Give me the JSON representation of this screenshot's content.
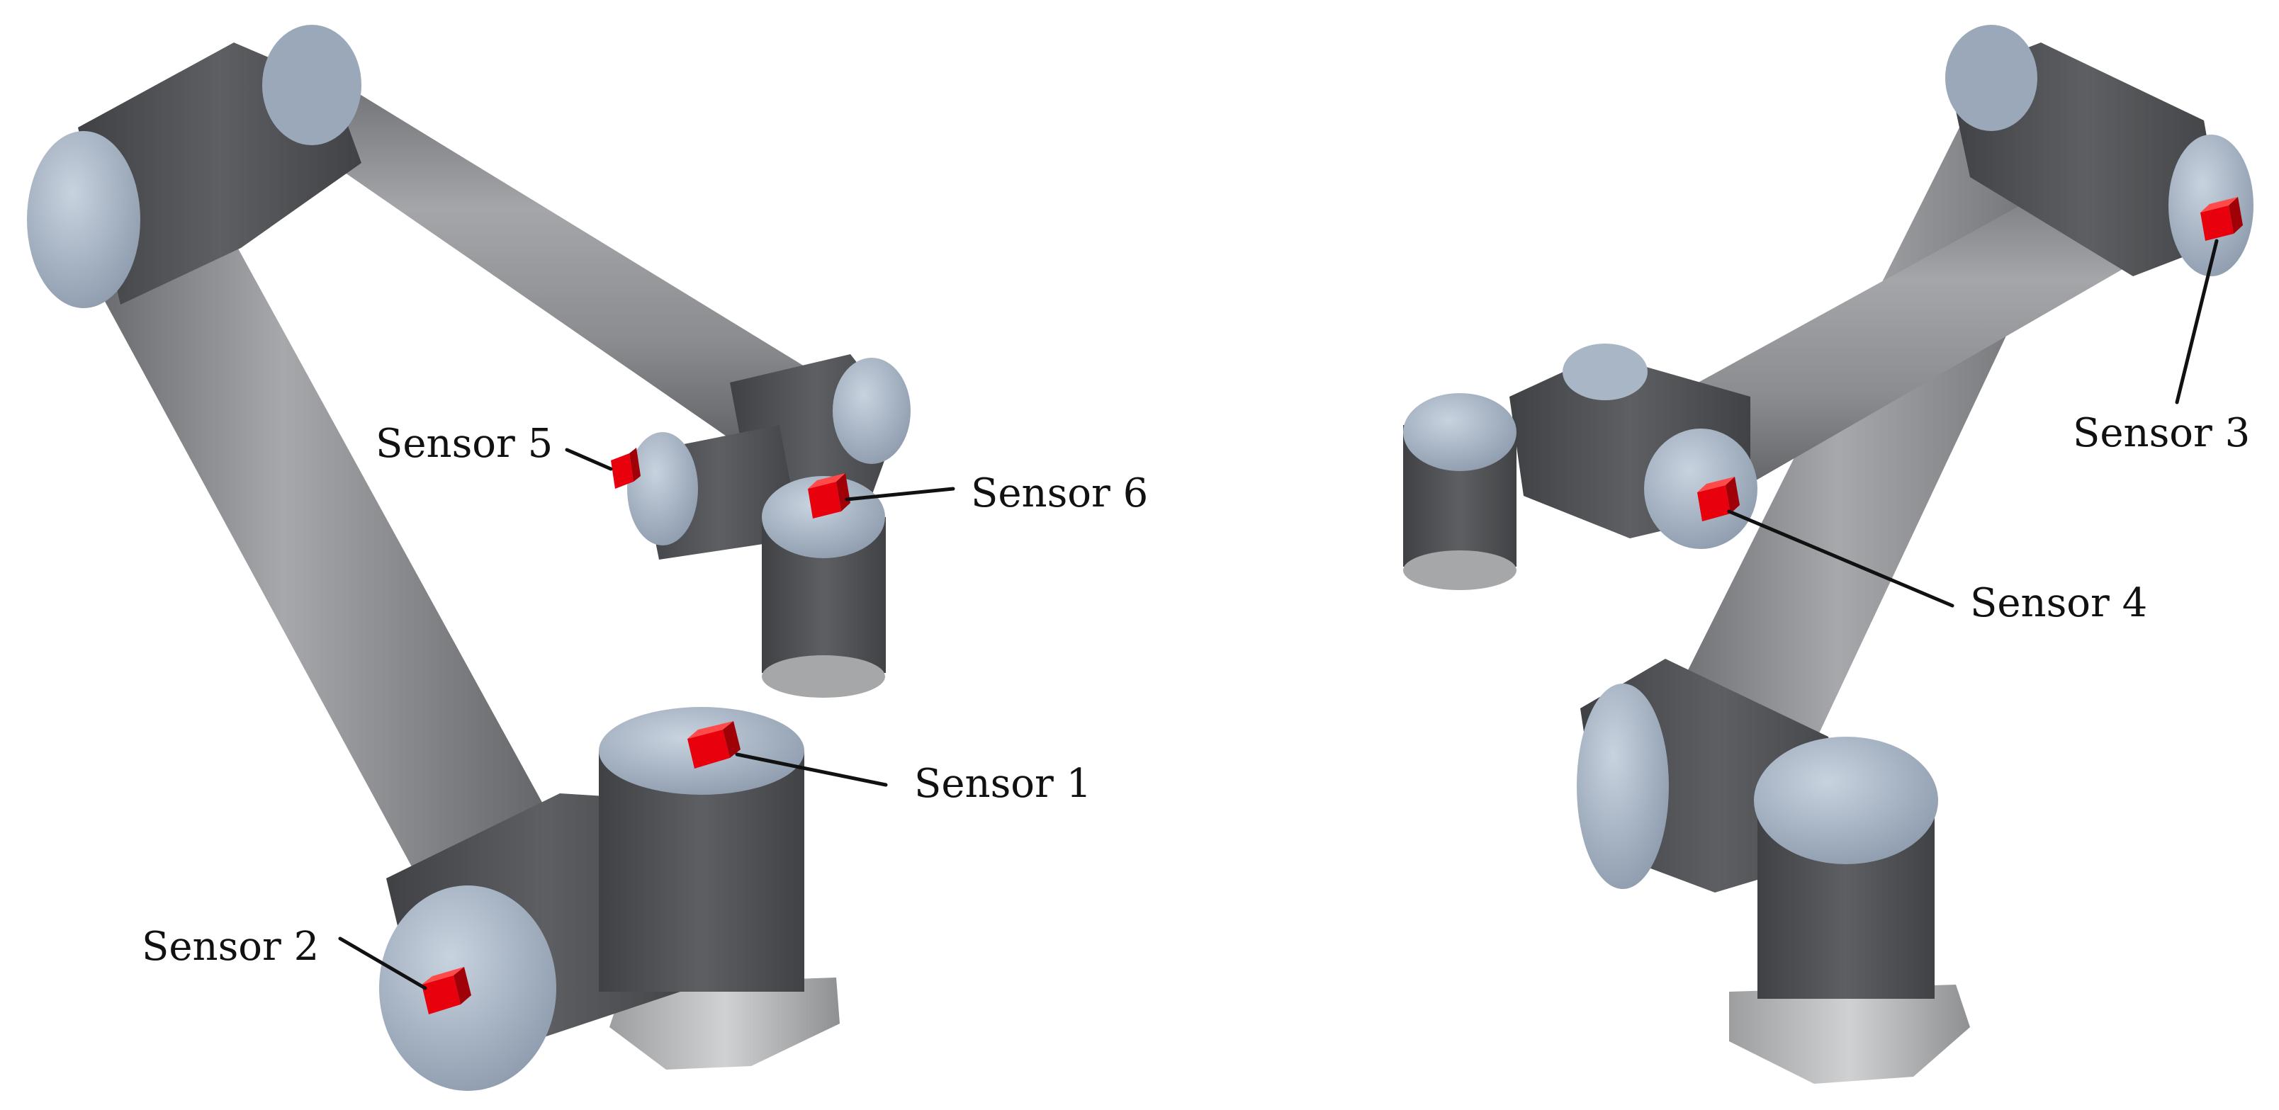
{
  "figure": {
    "views": [
      "left-view",
      "right-view"
    ],
    "sensor_color": "#e8000c",
    "body_dark": "#55575a",
    "body_mid": "#8a8c8f",
    "cap_blue": "#a9b6c6",
    "base_grey": "#b9bbbd"
  },
  "labels": {
    "sensor_1": "Sensor 1",
    "sensor_2": "Sensor 2",
    "sensor_3": "Sensor 3",
    "sensor_4": "Sensor 4",
    "sensor_5": "Sensor 5",
    "sensor_6": "Sensor 6"
  }
}
